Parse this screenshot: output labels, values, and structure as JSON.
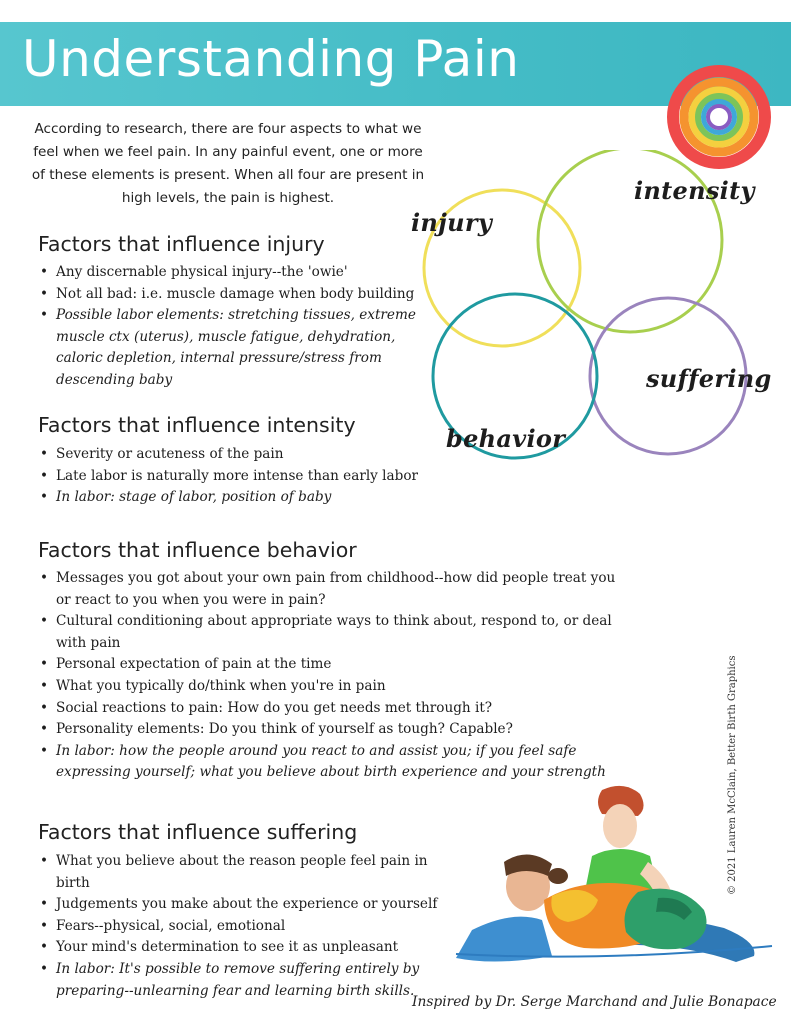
{
  "title": "Understanding Pain",
  "intro": "According to research, there are four aspects to what we feel when we feel pain. In any painful event, one or more of these elements is present. When all four are present in high levels, the pain is highest.",
  "venn": {
    "labels": [
      "injury",
      "intensity",
      "suffering",
      "behavior"
    ],
    "colors": {
      "injury": "#f0df5a",
      "intensity": "#a8cf4e",
      "suffering": "#9a84bd",
      "behavior": "#1f9aa0"
    }
  },
  "sections": [
    {
      "heading": "Factors that influence injury",
      "items": [
        {
          "text": "Any discernable physical injury--the 'owie'",
          "italic": false
        },
        {
          "text": "Not all bad: i.e. muscle damage when body building",
          "italic": false
        },
        {
          "text": "Possible labor elements: stretching tissues, extreme muscle ctx (uterus), muscle fatigue, dehydration, caloric depletion, internal pressure/stress from descending baby",
          "italic": true
        }
      ]
    },
    {
      "heading": "Factors that influence intensity",
      "items": [
        {
          "text": "Severity or acuteness of the pain",
          "italic": false
        },
        {
          "text": "Late labor is naturally more intense than early labor",
          "italic": false
        },
        {
          "text": "In labor: stage of labor, position of baby",
          "italic": true
        }
      ]
    },
    {
      "heading": "Factors that influence behavior",
      "items": [
        {
          "text": "Messages you got about your own pain from childhood--how did people treat you or react to you when you were in pain?",
          "italic": false
        },
        {
          "text": "Cultural conditioning about appropriate ways to think about, respond to, or deal with pain",
          "italic": false
        },
        {
          "text": "Personal expectation of pain at the time",
          "italic": false
        },
        {
          "text": "What you typically do/think when you're in pain",
          "italic": false
        },
        {
          "text": "Social reactions to pain: How do you get needs met through it?",
          "italic": false
        },
        {
          "text": "Personality elements: Do you think of yourself as tough? Capable?",
          "italic": false
        },
        {
          "text": "In labor: how the people around you react to and assist you; if you feel safe expressing yourself; what you believe about birth experience and your strength",
          "italic": true
        }
      ]
    },
    {
      "heading": "Factors that influence suffering",
      "items": [
        {
          "text": "What you believe about the reason people feel pain in birth",
          "italic": false
        },
        {
          "text": "Judgements you make about the experience or yourself",
          "italic": false
        },
        {
          "text": "Fears--physical, social, emotional",
          "italic": false
        },
        {
          "text": "Your mind's determination to see it as unpleasant",
          "italic": false
        },
        {
          "text": "In labor: It's possible to remove suffering entirely by preparing--unlearning fear and learning birth skills.",
          "italic": true
        }
      ]
    }
  ],
  "copyright": "© 2021 Lauren McClain, Better Birth Graphics",
  "footer": "Inspired by Dr. Serge Marchand and Julie Bonapace"
}
